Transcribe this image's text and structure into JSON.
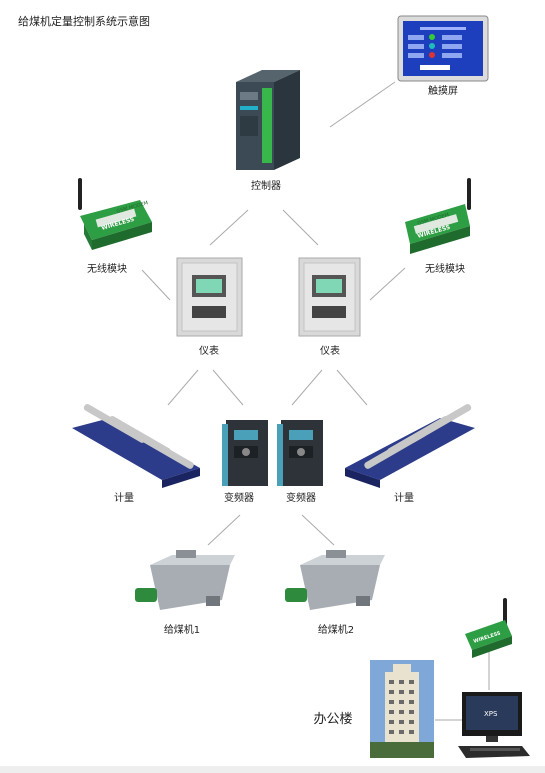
{
  "title": "给煤机定量控制系统示意图",
  "labels": {
    "touchscreen": "触摸屏",
    "controller": "控制器",
    "wireless_left": "无线模块",
    "wireless_right": "无线模块",
    "meter_left": "仪表",
    "meter_right": "仪表",
    "scale_left": "计量",
    "scale_right": "计量",
    "inverter_left": "变频器",
    "inverter_right": "变频器",
    "feeder_1": "给煤机1",
    "feeder_2": "给煤机2",
    "office": "办公楼"
  },
  "device_text": {
    "wireless_badge": "GSM MODEM",
    "wireless_word": "WIRELESS",
    "monitor_logo": "XPS"
  },
  "colors": {
    "line": "#aaaaaa",
    "touchscreen_bg": "#1d3fbd",
    "plc_body": "#3b4a54",
    "plc_green": "#38b84a",
    "modem_green": "#2e9e44",
    "cabinet": "#d9d9d9",
    "cabinet_screen": "#7fd7b5",
    "belt_blue": "#2c3b8a",
    "inverter_teal": "#4aa0b8",
    "feeder_gray": "#a7adb3"
  }
}
